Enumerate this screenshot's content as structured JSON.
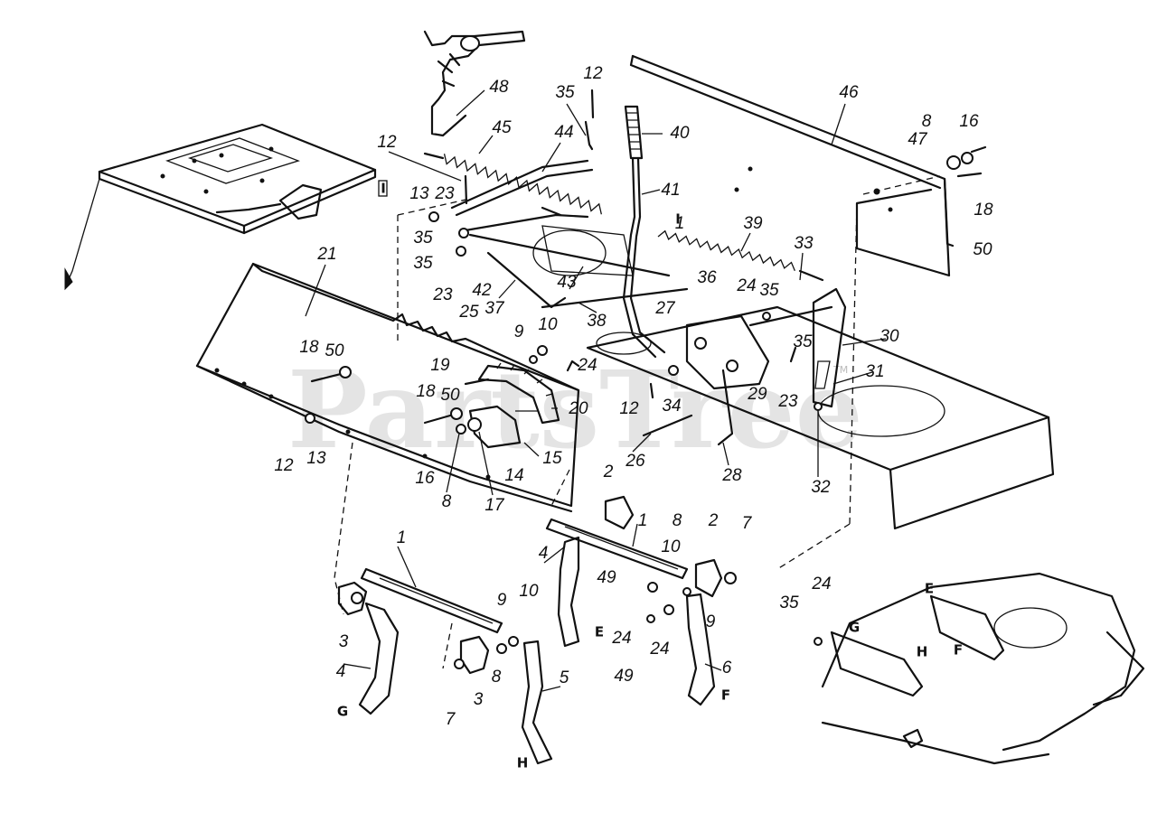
{
  "diagram": {
    "watermark": "PartsTree",
    "trademark": "TM",
    "callouts": [
      {
        "id": "c48",
        "text": "48"
      },
      {
        "id": "c45",
        "text": "45"
      },
      {
        "id": "c35a",
        "text": "35"
      },
      {
        "id": "c12a",
        "text": "12"
      },
      {
        "id": "c44",
        "text": "44"
      },
      {
        "id": "c40",
        "text": "40"
      },
      {
        "id": "c41",
        "text": "41"
      },
      {
        "id": "c46",
        "text": "46"
      },
      {
        "id": "c8a",
        "text": "8"
      },
      {
        "id": "c16a",
        "text": "16"
      },
      {
        "id": "c47",
        "text": "47"
      },
      {
        "id": "c18a",
        "text": "18"
      },
      {
        "id": "c50a",
        "text": "50"
      },
      {
        "id": "c12b",
        "text": "12"
      },
      {
        "id": "c13a",
        "text": "13"
      },
      {
        "id": "c23a",
        "text": "23"
      },
      {
        "id": "c35b",
        "text": "35"
      },
      {
        "id": "c35c",
        "text": "35"
      },
      {
        "id": "c23b",
        "text": "23"
      },
      {
        "id": "c42",
        "text": "42"
      },
      {
        "id": "c37",
        "text": "37"
      },
      {
        "id": "c43",
        "text": "43"
      },
      {
        "id": "c39",
        "text": "39"
      },
      {
        "id": "c33",
        "text": "33"
      },
      {
        "id": "c1a",
        "text": "1"
      },
      {
        "id": "c21",
        "text": "21"
      },
      {
        "id": "c25",
        "text": "25"
      },
      {
        "id": "c10a",
        "text": "10"
      },
      {
        "id": "c38",
        "text": "38"
      },
      {
        "id": "c36",
        "text": "36"
      },
      {
        "id": "c24a",
        "text": "24"
      },
      {
        "id": "c35d",
        "text": "35"
      },
      {
        "id": "c27",
        "text": "27"
      },
      {
        "id": "c9a",
        "text": "9"
      },
      {
        "id": "c30",
        "text": "30"
      },
      {
        "id": "c18b",
        "text": "18"
      },
      {
        "id": "c50b",
        "text": "50"
      },
      {
        "id": "c35e",
        "text": "35"
      },
      {
        "id": "c19",
        "text": "19"
      },
      {
        "id": "c24b",
        "text": "24"
      },
      {
        "id": "c31",
        "text": "31"
      },
      {
        "id": "c29",
        "text": "29"
      },
      {
        "id": "c23c",
        "text": "23"
      },
      {
        "id": "c34",
        "text": "34"
      },
      {
        "id": "c12c",
        "text": "12"
      },
      {
        "id": "c20",
        "text": "20"
      },
      {
        "id": "c18c",
        "text": "18"
      },
      {
        "id": "c50c",
        "text": "50"
      },
      {
        "id": "c15",
        "text": "15"
      },
      {
        "id": "c26",
        "text": "26"
      },
      {
        "id": "c28",
        "text": "28"
      },
      {
        "id": "c32",
        "text": "32"
      },
      {
        "id": "c12d",
        "text": "12"
      },
      {
        "id": "c13b",
        "text": "13"
      },
      {
        "id": "c16b",
        "text": "16"
      },
      {
        "id": "c14",
        "text": "14"
      },
      {
        "id": "c8b",
        "text": "8"
      },
      {
        "id": "c17",
        "text": "17"
      },
      {
        "id": "c2a",
        "text": "2"
      },
      {
        "id": "c1b",
        "text": "1"
      },
      {
        "id": "c8c",
        "text": "8"
      },
      {
        "id": "c2b",
        "text": "2"
      },
      {
        "id": "c7a",
        "text": "7"
      },
      {
        "id": "c4a",
        "text": "4"
      },
      {
        "id": "c10b",
        "text": "10"
      },
      {
        "id": "c49a",
        "text": "49"
      },
      {
        "id": "c1c",
        "text": "1"
      },
      {
        "id": "c24c",
        "text": "24"
      },
      {
        "id": "c35f",
        "text": "35"
      },
      {
        "id": "c9b",
        "text": "9"
      },
      {
        "id": "c10c",
        "text": "10"
      },
      {
        "id": "c9c",
        "text": "9"
      },
      {
        "id": "c24d",
        "text": "24"
      },
      {
        "id": "c24e",
        "text": "24"
      },
      {
        "id": "c6",
        "text": "6"
      },
      {
        "id": "c49b",
        "text": "49"
      },
      {
        "id": "c3a",
        "text": "3"
      },
      {
        "id": "c4b",
        "text": "4"
      },
      {
        "id": "c8d",
        "text": "8"
      },
      {
        "id": "c5",
        "text": "5"
      },
      {
        "id": "c7b",
        "text": "7"
      },
      {
        "id": "c3b",
        "text": "3"
      }
    ],
    "letter_markers": [
      {
        "id": "I_a",
        "text": "I"
      },
      {
        "id": "I_b",
        "text": "I"
      },
      {
        "id": "E_a",
        "text": "E"
      },
      {
        "id": "F_a",
        "text": "F"
      },
      {
        "id": "G_a",
        "text": "G"
      },
      {
        "id": "H_a",
        "text": "H"
      },
      {
        "id": "E_b",
        "text": "E"
      },
      {
        "id": "G_b",
        "text": "G"
      },
      {
        "id": "F_b",
        "text": "F"
      },
      {
        "id": "H_b",
        "text": "H"
      }
    ]
  }
}
